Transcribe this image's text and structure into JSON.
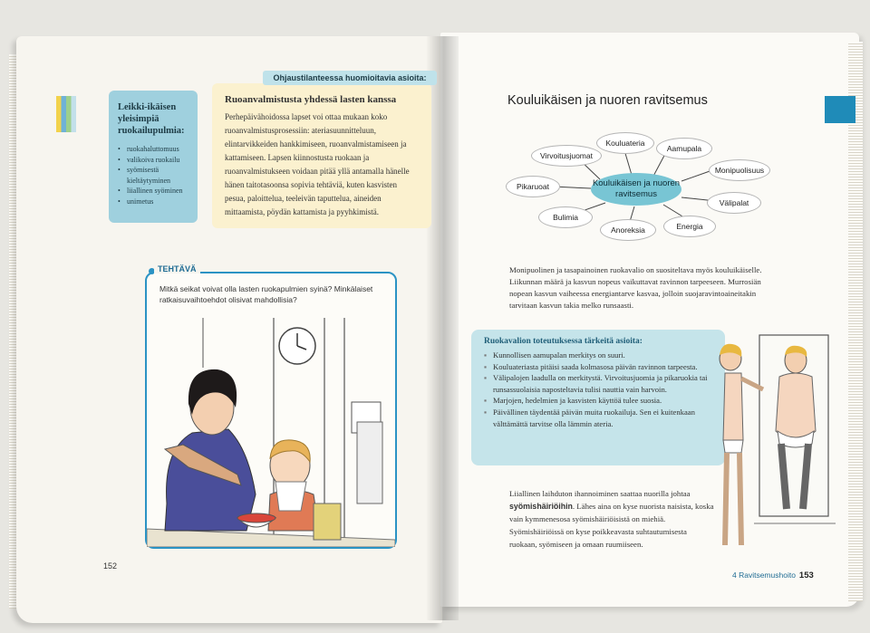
{
  "left_page": {
    "sidebar": {
      "title": "Leikki-ikäisen yleisimpiä ruokailupulmia:",
      "items": [
        "ruokahaluttomuus",
        "valikoiva ruokailu",
        "syömisestä kieltäytyminen",
        "liiallinen syöminen",
        "unimetus"
      ]
    },
    "guide_label": "Ohjaustilanteessa huomioitavia asioita:",
    "guide_box": {
      "title": "Ruoanvalmistusta yhdessä lasten kanssa",
      "text": "Perhepäivähoidossa lapset voi ottaa mukaan koko ruoanvalmistusprosessiin: ateriasuunnitteluun, elintarvikkeiden hankkimiseen, ruoanvalmistamiseen ja kattamiseen. Lapsen kiinnostusta ruokaan ja ruoanvalmistukseen voidaan pitää yllä antamalla hänelle hänen taitotasoonsa sopivia tehtäviä, kuten kasvisten pesua, paloittelua, teeleivän taputtelua, aineiden mittaamista, pöydän kattamista ja pyyhkimistä."
    },
    "task": {
      "label": "TEHTÄVÄ",
      "text": "Mitkä seikat voivat olla lasten ruokapulmien syinä? Minkälaiset ratkaisuvaihtoehdot olisivat mahdollisia?"
    },
    "page_number": "152"
  },
  "right_page": {
    "title": "Kouluikäisen ja nuoren ravitsemus",
    "mindmap": {
      "center": "Kouluikäisen ja nuoren ravitsemus",
      "nodes": [
        "Kouluateria",
        "Aamupala",
        "Virvoitusjuomat",
        "Monipuolisuus",
        "Pikaruoat",
        "Välipalat",
        "Bulimia",
        "Energia",
        "Anoreksia"
      ]
    },
    "paragraph1": "Monipuolinen ja tasapainoinen ruokavalio on suositeltava myös kouluikäiselle. Liikunnan määrä ja kasvun nopeus vaikuttavat ravinnon tarpeeseen. Murrosiän nopean kasvun vaiheessa energiantarve kasvaa, jolloin suojaravintoaineitakin tarvitaan kasvun takia melko runsaasti.",
    "box": {
      "title": "Ruokavalion toteutuksessa tärkeitä asioita:",
      "items": [
        "Kunnollisen aamupalan merkitys on suuri.",
        "Kouluateriasta pitäisi saada kolmasosa päivän ravinnon tarpeesta.",
        "Välipalojen laadulla on merkitystä. Virvoitusjuomia ja pikaruokia tai runsassuolaisia naposteltavia tulisi nauttia vain harvoin.",
        "Marjojen, hedelmien ja kasvisten käyttöä tulee suosia.",
        "Päivällinen täydentää päivän muita ruokailuja. Sen ei kuitenkaan välttämättä tarvitse olla lämmin ateria."
      ]
    },
    "paragraph2_a": "Liiallinen laihduton ihannoiminen saattaa nuorilla johtaa ",
    "paragraph2_bold": "syömishäiriöihin",
    "paragraph2_b": ". Lähes aina on kyse nuorista naisista, koska vain kymmenesosa syömishäiriöisistä on miehiä. Syömishäiriöissä on kyse poikkeavasta suhtautumisesta ruokaan, syömiseen ja omaan ruumiiseen.",
    "footer_chapter": "4 Ravitsemushoito",
    "page_number": "153"
  },
  "colors": {
    "accent_blue": "#2b93c4",
    "sidebar_blue": "#9fd0de",
    "guide_yellow": "#fbf1cf",
    "box_teal": "#c5e4ea"
  }
}
